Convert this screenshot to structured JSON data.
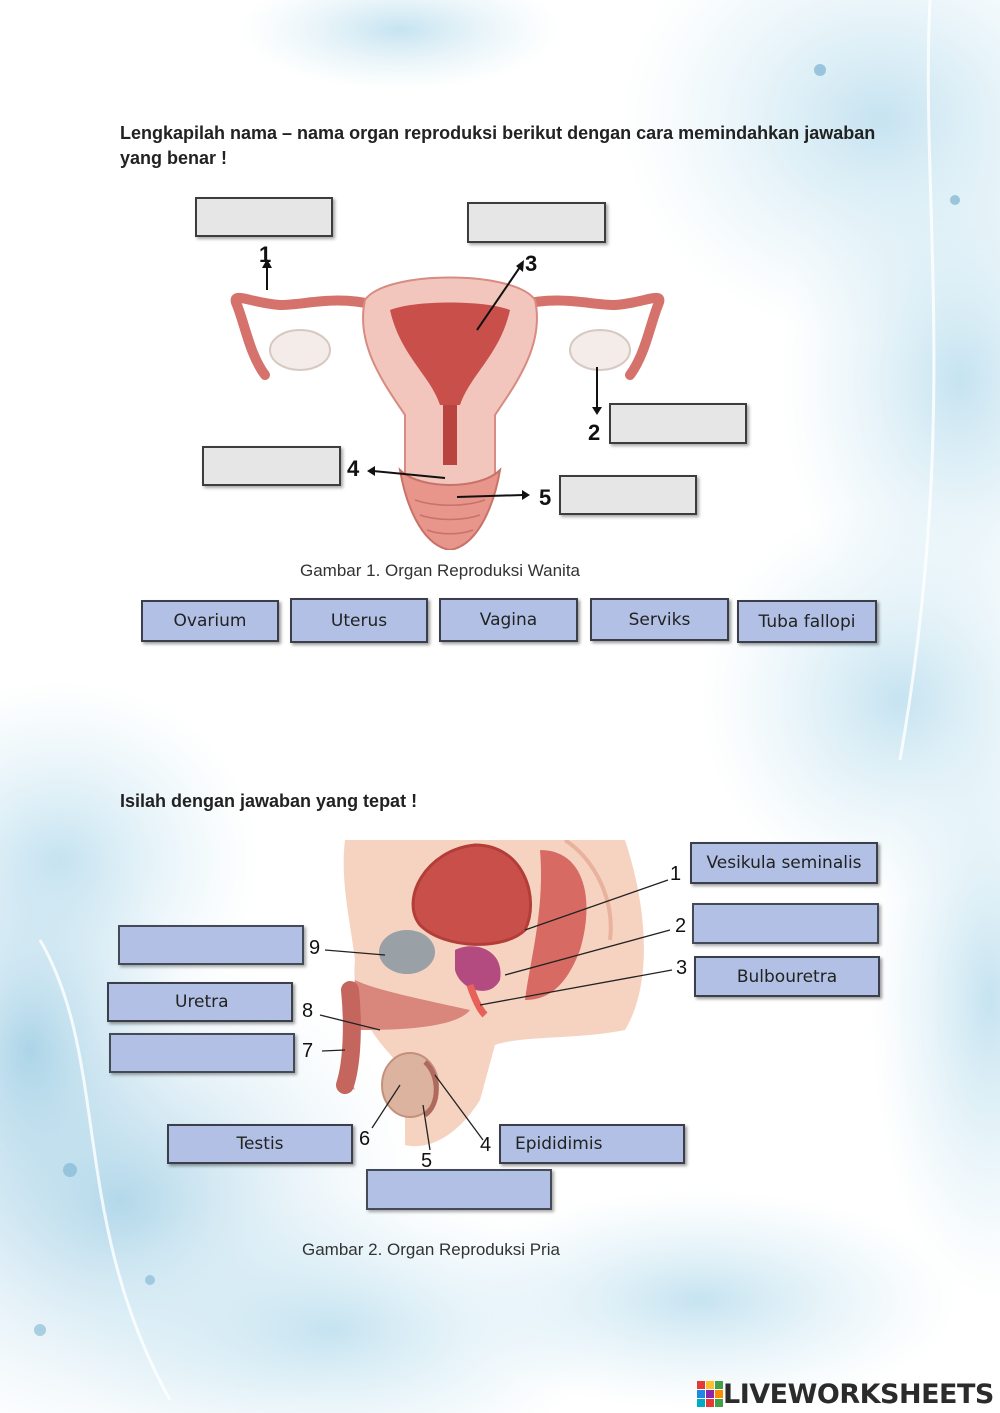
{
  "section1": {
    "instruction": "Lengkapilah nama – nama organ reproduksi berikut dengan cara memindahkan jawaban yang benar !",
    "caption": "Gambar 1. Organ Reproduksi Wanita",
    "labels": [
      "1",
      "2",
      "3",
      "4",
      "5"
    ],
    "answer_chips": [
      "Ovarium",
      "Uterus",
      "Vagina",
      "Serviks",
      "Tuba fallopi"
    ]
  },
  "section2": {
    "instruction": "Isilah dengan jawaban yang tepat !",
    "caption": "Gambar 2. Organ Reproduksi Pria",
    "labels": [
      "1",
      "2",
      "3",
      "4",
      "5",
      "6",
      "7",
      "8",
      "9"
    ],
    "filled_answers": {
      "vesikula": "Vesikula seminalis",
      "bulbouretra": "Bulbouretra",
      "uretra": "Uretra",
      "testis": "Testis",
      "epididimis": "Epididimis"
    }
  },
  "footer": {
    "brand": "LIVEWORKSHEETS",
    "logo_icon": "liveworksheets-logo-icon"
  },
  "colors": {
    "drop_box": "#e6e6e6",
    "answer_chip": "#b1c0e4",
    "background_accent": "#cfe6f2"
  }
}
